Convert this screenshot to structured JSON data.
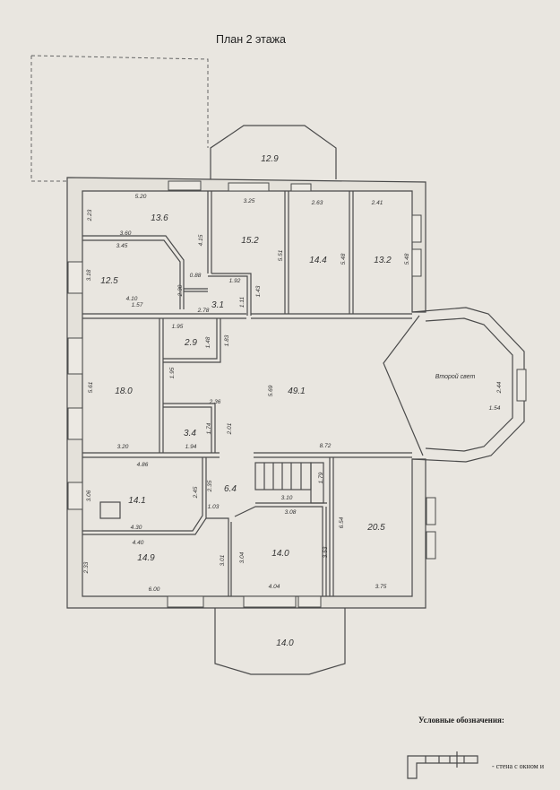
{
  "title": "План 2 этажа",
  "rooms": {
    "bay_top": "12.9",
    "r1": "13.6",
    "r2": "15.2",
    "r3": "14.4",
    "r4": "13.2",
    "r5": "12.5",
    "r6": "3.1",
    "r7": "2.9",
    "r8": "18.0",
    "hall": "49.1",
    "second_light": "Второй свет",
    "r9": "3.4",
    "r10": "14.1",
    "r11": "6.4",
    "r12": "20.5",
    "r13": "14.9",
    "r14": "14.0",
    "bay_bottom": "14.0"
  },
  "dims": [
    "5.20",
    "2.23",
    "3.60",
    "3.45",
    "4.15",
    "3.25",
    "2.63",
    "2.41",
    "5.51",
    "5.48",
    "5.48",
    "3.18",
    "0.88",
    "2.30",
    "1.92",
    "1.11",
    "1.43",
    "4.10",
    "1.57",
    "2.78",
    "1.95",
    "1.48",
    "1.83",
    "5.61",
    "1.95",
    "5.69",
    "2.36",
    "1.74",
    "2.01",
    "3.20",
    "1.94",
    "8.72",
    "2.44",
    "1.54",
    "4.86",
    "3.06",
    "2.45",
    "2.35",
    "1.79",
    "3.10",
    "1.03",
    "3.08",
    "6.54",
    "4.30",
    "4.40",
    "3.01",
    "3.04",
    "3.53",
    "2.33",
    "6.00",
    "4.04",
    "3.75"
  ],
  "legend": {
    "heading": "Условные обозначения:",
    "wall_window": "- стена с окном и"
  }
}
